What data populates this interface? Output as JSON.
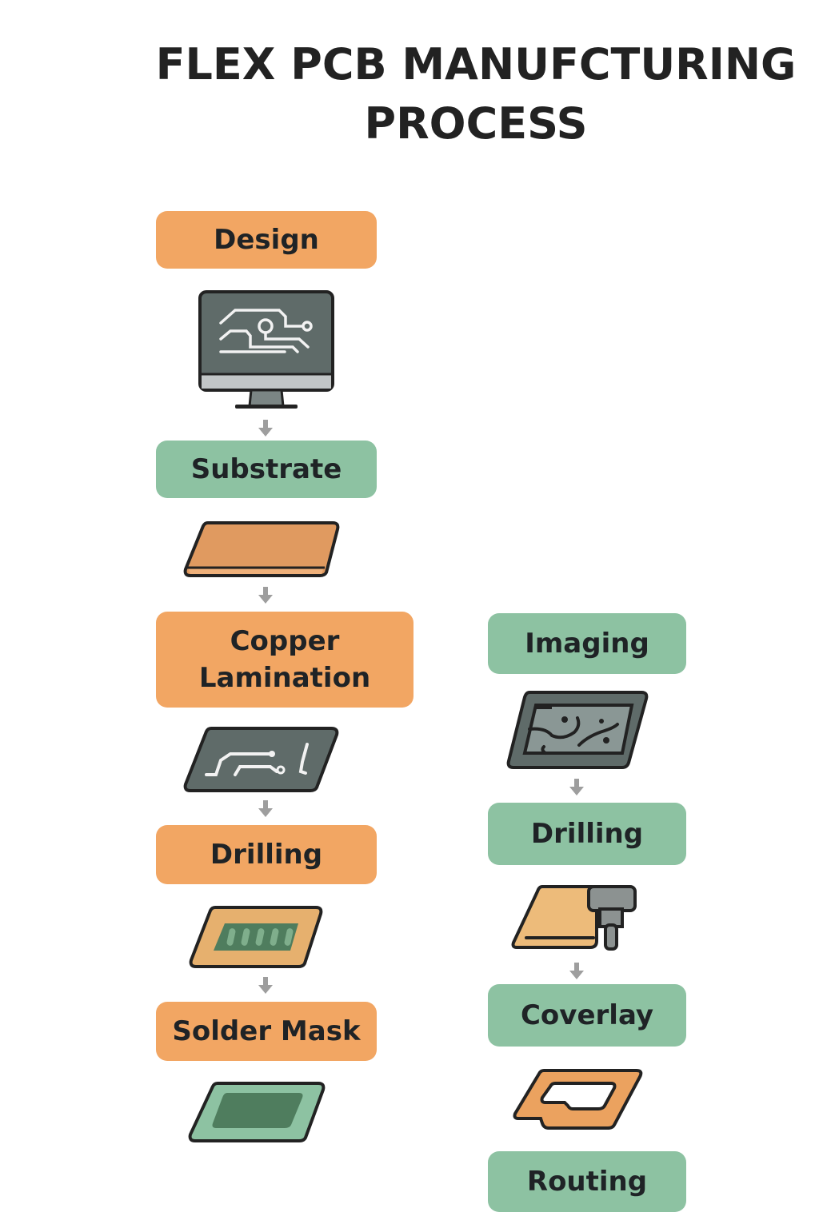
{
  "title": {
    "line1": "FLEX PCB MANUFCTURING",
    "line2": "PROCESS"
  },
  "colors": {
    "orange": "#f2a663",
    "green": "#8dc2a2",
    "arrow": "#9e9e9e",
    "text": "#1f2326",
    "outline": "#222222"
  },
  "left_column": {
    "steps": [
      {
        "label": "Design",
        "color": "orange",
        "icon": "monitor-circuit-icon"
      },
      {
        "label": "Substrate",
        "color": "green",
        "icon": "substrate-board-icon"
      },
      {
        "label": "Copper Lamination",
        "color": "orange",
        "icon": "copper-traces-board-icon"
      },
      {
        "label": "Drilling",
        "color": "orange",
        "icon": "drilled-board-icon"
      },
      {
        "label": "Solder Mask",
        "color": "orange",
        "icon": "solder-mask-board-icon"
      }
    ]
  },
  "right_column": {
    "steps": [
      {
        "label": "Imaging",
        "color": "green",
        "icon": "imaging-board-icon"
      },
      {
        "label": "Drilling",
        "color": "green",
        "icon": "drill-machine-icon"
      },
      {
        "label": "Coverlay",
        "color": "green",
        "icon": "coverlay-frame-icon"
      },
      {
        "label": "Routing",
        "color": "green",
        "icon": null
      }
    ]
  }
}
